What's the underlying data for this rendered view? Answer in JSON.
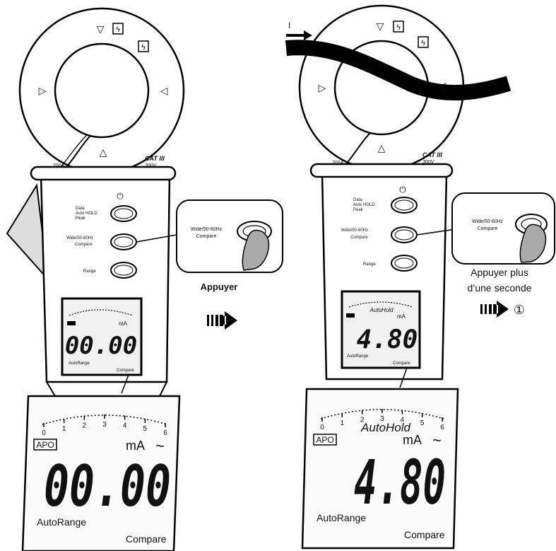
{
  "meter": {
    "jaw_rating": "200A ~",
    "cat_rating": "CAT III",
    "cat_voltage": "300V",
    "buttons": {
      "hold_line1": "Data",
      "hold_line2": "Auto HOLD",
      "hold_line3": "Peak",
      "wide_line1": "Wide/50-60Hz",
      "wide_line2": "Compare",
      "range": "Range"
    },
    "power_symbol": "⏻"
  },
  "callout": {
    "line1": "Wide/50-60Hz",
    "line2": "Compare"
  },
  "current_label": "I",
  "step1": {
    "instruction": "Appuyer",
    "display": {
      "reading": "00.00",
      "unit": "mA",
      "ac_symbol": "~",
      "apo": "APO",
      "autorange": "AutoRange",
      "compare": "Compare",
      "scale": [
        "0",
        "1",
        "2",
        "3",
        "4",
        "5",
        "6"
      ]
    }
  },
  "step2": {
    "instruction_line1": "Appuyer plus",
    "instruction_line2": "d’une seconde",
    "next_marker": "①",
    "display": {
      "reading": "4.80",
      "unit": "mA",
      "ac_symbol": "~",
      "apo": "APO",
      "autohold": "AutoHold",
      "autorange": "AutoRange",
      "compare": "Compare",
      "scale": [
        "0",
        "1",
        "2",
        "3",
        "4",
        "5",
        "6"
      ]
    }
  }
}
